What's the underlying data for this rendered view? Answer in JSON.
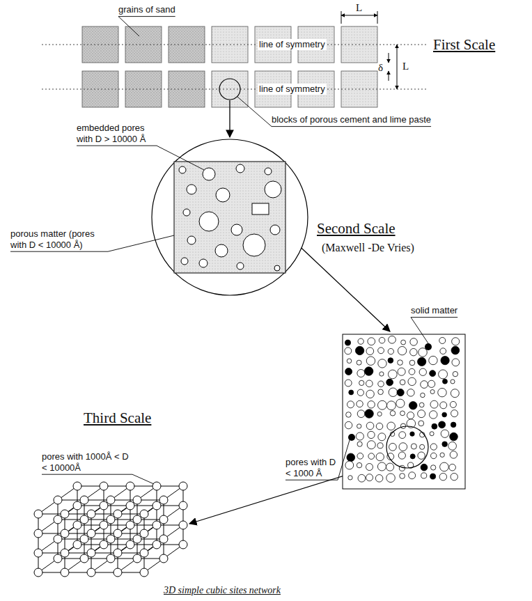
{
  "diagram": {
    "labels": [
      "grains of sand",
      "L",
      "line of symmetry",
      "line of symmetry",
      "δ",
      "L",
      "First Scale",
      "blocks of porous cement and lime paste",
      "embedded pores with D > 10000 Å",
      "porous matter (pores with D < 10000 Å)",
      "Second Scale",
      "(Maxwell -De Vries)",
      "solid matter",
      "pores with D < 1000 Å",
      "Third Scale",
      "pores with 1000Å < D < 10000Å",
      "3D simple cubic sites network"
    ]
  }
}
